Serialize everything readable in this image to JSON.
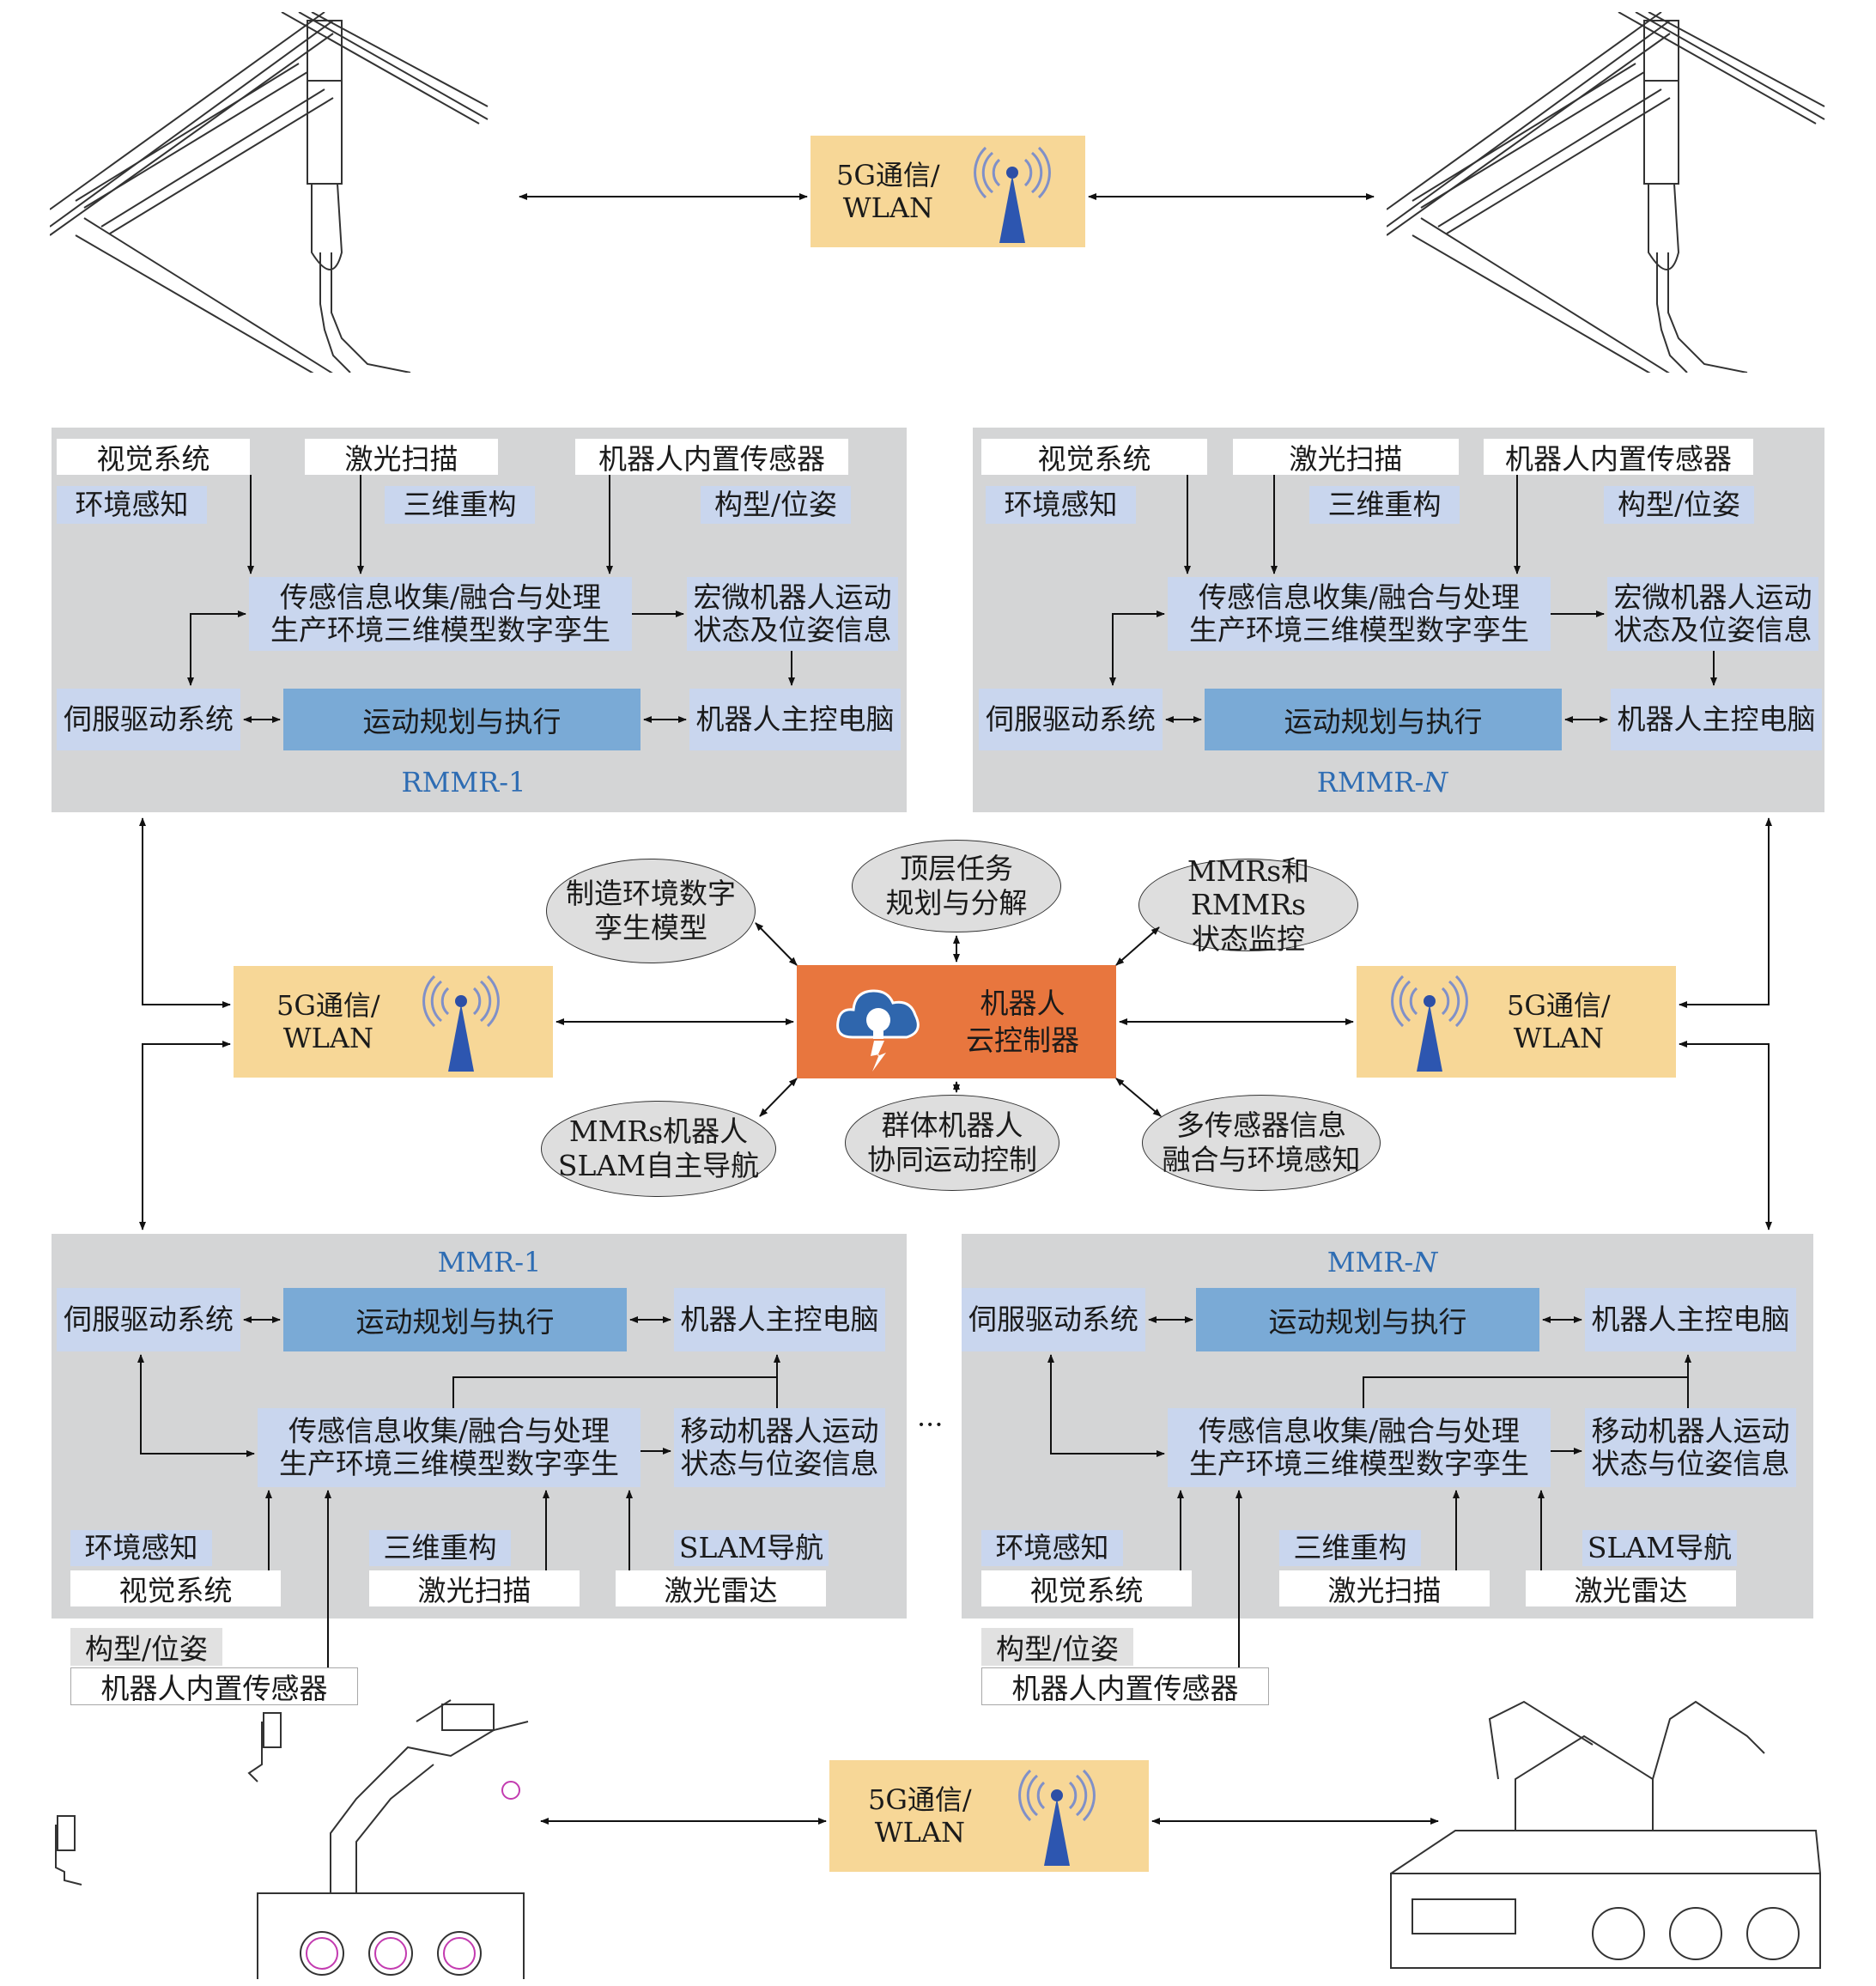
{
  "comm": {
    "line1": "5G通信/",
    "line2": "WLAN"
  },
  "cloud": {
    "line1": "机器人",
    "line2": "云控制器"
  },
  "ellipses": {
    "e1": "制造环境数字\n孪生模型",
    "e2": "顶层任务\n规划与分解",
    "e3": "MMRs和RMMRs\n状态监控",
    "e4": "MMRs机器人\nSLAM自主导航",
    "e5": "群体机器人\n协同运动控制",
    "e6": "多传感器信息\n融合与环境感知"
  },
  "rmmr1": {
    "title": "RMMR-1",
    "vision": "视觉系统",
    "laser": "激光扫描",
    "builtin": "机器人内置传感器",
    "env": "环境感知",
    "recon": "三维重构",
    "pose": "构型/位姿",
    "fusion": "传感信息收集/融合与处理\n生产环境三维模型数字孪生",
    "state": "宏微机器人运动\n状态及位姿信息",
    "servo": "伺服驱动系统",
    "plan": "运动规划与执行",
    "pc": "机器人主控电脑"
  },
  "rmmrN": {
    "title_prefix": "RMMR-",
    "title_n": "N",
    "vision": "视觉系统",
    "laser": "激光扫描",
    "builtin": "机器人内置传感器",
    "env": "环境感知",
    "recon": "三维重构",
    "pose": "构型/位姿",
    "fusion": "传感信息收集/融合与处理\n生产环境三维模型数字孪生",
    "state": "宏微机器人运动\n状态及位姿信息",
    "servo": "伺服驱动系统",
    "plan": "运动规划与执行",
    "pc": "机器人主控电脑"
  },
  "mmr1": {
    "title": "MMR-1",
    "servo": "伺服驱动系统",
    "plan": "运动规划与执行",
    "pc": "机器人主控电脑",
    "fusion": "传感信息收集/融合与处理\n生产环境三维模型数字孪生",
    "state": "移动机器人运动\n状态与位姿信息",
    "env": "环境感知",
    "recon": "三维重构",
    "slam": "SLAM导航",
    "vision": "视觉系统",
    "laser": "激光扫描",
    "lidar": "激光雷达",
    "pose": "构型/位姿",
    "builtin": "机器人内置传感器"
  },
  "mmrN": {
    "title_prefix": "MMR-",
    "title_n": "N",
    "servo": "伺服驱动系统",
    "plan": "运动规划与执行",
    "pc": "机器人主控电脑",
    "fusion": "传感信息收集/融合与处理\n生产环境三维模型数字孪生",
    "state": "移动机器人运动\n状态与位姿信息",
    "env": "环境感知",
    "recon": "三维重构",
    "slam": "SLAM导航",
    "vision": "视觉系统",
    "laser": "激光扫描",
    "lidar": "激光雷达",
    "pose": "构型/位姿",
    "builtin": "机器人内置传感器"
  },
  "ellipsis": "···"
}
